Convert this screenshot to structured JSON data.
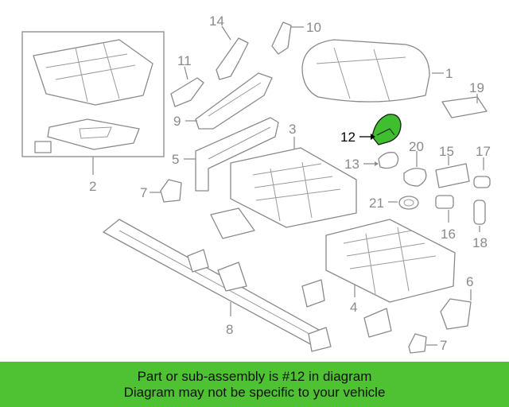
{
  "diagram": {
    "callouts": {
      "c1": "1",
      "c2": "2",
      "c3": "3",
      "c4": "4",
      "c5": "5",
      "c6": "6",
      "c7a": "7",
      "c7b": "7",
      "c8": "8",
      "c9": "9",
      "c10": "10",
      "c11": "11",
      "c12": "12",
      "c13": "13",
      "c14": "14",
      "c15": "15",
      "c16": "16",
      "c17": "17",
      "c18": "18",
      "c19": "19",
      "c20": "20",
      "c21": "21"
    },
    "highlighted_part": "12",
    "highlight_color": "#3fbf2f"
  },
  "banner": {
    "line1": "Part or sub-assembly is #12 in diagram",
    "line2": "Diagram may not be specific to your vehicle",
    "background": "#4fc234"
  }
}
